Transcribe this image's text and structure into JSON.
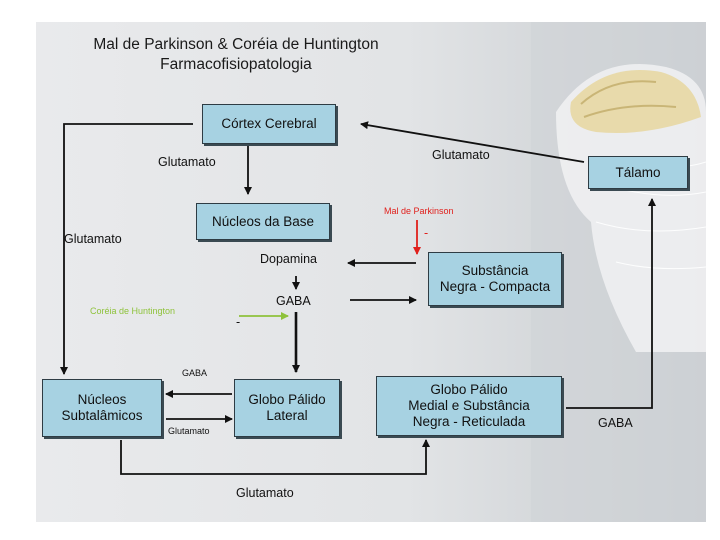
{
  "title": {
    "line1": "Mal de Parkinson & Coréia de Huntington",
    "line2": "Farmacofisiopatologia"
  },
  "nodes": {
    "cortex": "Córtex Cerebral",
    "nucleos_base": "Núcleos da Base",
    "talamo": "Tálamo",
    "substancia_negra_compacta": "Substância\nNegra - Compacta",
    "nucleos_subtalamicos": "Núcleos\nSubtalâmicos",
    "globo_palido_lateral": "Globo Pálido\nLateral",
    "globo_palido_medial": "Globo Pálido\nMedial e Substância\nNegra - Reticulada"
  },
  "labels": {
    "glutamato_cortex_base": "Glutamato",
    "glutamato_left": "Glutamato",
    "glutamato_talamo_cortex": "Glutamato",
    "dopamina": "Dopamina",
    "gaba_center": "GABA",
    "gaba_small": "GABA",
    "glutamato_small": "Glutamato",
    "gaba_right": "GABA",
    "glutamato_bottom": "Glutamato",
    "mal_de_parkinson": "Mal de Parkinson",
    "coreia_de_huntington": "Coréia de Huntington",
    "minus_parkinson": "-",
    "minus_huntington": "-"
  },
  "colors": {
    "box_fill": "#a7d2e2",
    "parkinson": "#e0201c",
    "huntington": "#8ec23b",
    "arrow": "#111111"
  }
}
